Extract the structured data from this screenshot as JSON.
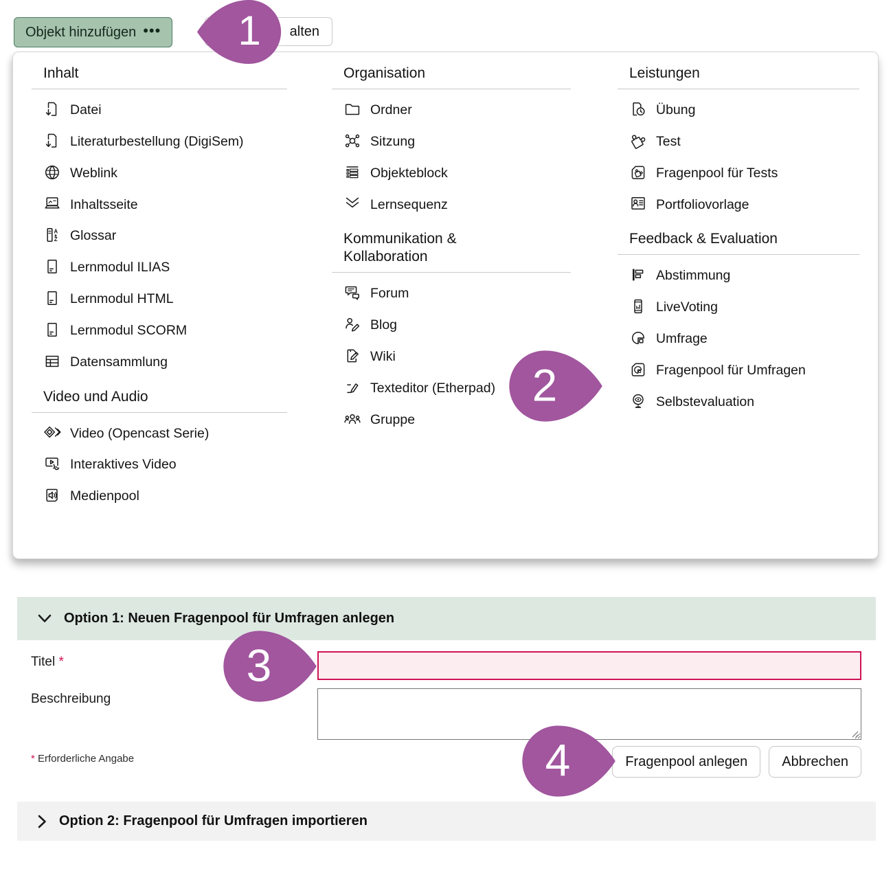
{
  "toolbar": {
    "add_object_button": {
      "label": "Objekt hinzufügen",
      "ellipsis": "•••"
    },
    "secondary_button": {
      "visible_label_fragment": "alten"
    }
  },
  "menu": {
    "columns": [
      {
        "sections": [
          {
            "title": "Inhalt",
            "items": [
              {
                "icon": "file-download-icon",
                "label": "Datei"
              },
              {
                "icon": "file-download-icon",
                "label": "Literaturbestellung (DigiSem)"
              },
              {
                "icon": "globe-icon",
                "label": "Weblink"
              },
              {
                "icon": "content-page-icon",
                "label": "Inhaltsseite"
              },
              {
                "icon": "glossary-icon",
                "label": "Glossar"
              },
              {
                "icon": "learning-module-icon",
                "label": "Lernmodul ILIAS"
              },
              {
                "icon": "learning-module-icon",
                "label": "Lernmodul HTML"
              },
              {
                "icon": "learning-module-icon",
                "label": "Lernmodul SCORM"
              },
              {
                "icon": "data-collection-icon",
                "label": "Datensammlung"
              }
            ]
          },
          {
            "title": "Video und Audio",
            "items": [
              {
                "icon": "opencast-video-icon",
                "label": "Video (Opencast Serie)"
              },
              {
                "icon": "interactive-video-icon",
                "label": "Interaktives Video"
              },
              {
                "icon": "media-pool-icon",
                "label": "Medienpool"
              }
            ]
          }
        ]
      },
      {
        "sections": [
          {
            "title": "Organisation",
            "items": [
              {
                "icon": "folder-icon",
                "label": "Ordner"
              },
              {
                "icon": "session-icon",
                "label": "Sitzung"
              },
              {
                "icon": "item-group-icon",
                "label": "Objekteblock"
              },
              {
                "icon": "learning-sequence-icon",
                "label": "Lernsequenz"
              }
            ]
          },
          {
            "title": "Kommunikation & Kollaboration",
            "items": [
              {
                "icon": "forum-icon",
                "label": "Forum"
              },
              {
                "icon": "blog-icon",
                "label": "Blog"
              },
              {
                "icon": "wiki-icon",
                "label": "Wiki"
              },
              {
                "icon": "etherpad-icon",
                "label": "Texteditor (Etherpad)"
              },
              {
                "icon": "group-icon",
                "label": "Gruppe"
              }
            ]
          }
        ]
      },
      {
        "sections": [
          {
            "title": "Leistungen",
            "items": [
              {
                "icon": "exercise-icon",
                "label": "Übung"
              },
              {
                "icon": "test-icon",
                "label": "Test"
              },
              {
                "icon": "question-pool-test-icon",
                "label": "Fragenpool für Tests"
              },
              {
                "icon": "portfolio-template-icon",
                "label": "Portfoliovorlage"
              }
            ]
          },
          {
            "title": "Feedback & Evaluation",
            "items": [
              {
                "icon": "poll-icon",
                "label": "Abstimmung"
              },
              {
                "icon": "live-voting-icon",
                "label": "LiveVoting"
              },
              {
                "icon": "survey-icon",
                "label": "Umfrage"
              },
              {
                "icon": "question-pool-survey-icon",
                "label": "Fragenpool für Umfragen"
              },
              {
                "icon": "self-evaluation-icon",
                "label": "Selbstevaluation"
              }
            ]
          }
        ]
      }
    ]
  },
  "form": {
    "option1_title": "Option 1: Neuen Fragenpool für Umfragen anlegen",
    "option2_title": "Option 2: Fragenpool für Umfragen importieren",
    "title_label": "Titel",
    "required_marker": "*",
    "title_value": "",
    "description_label": "Beschreibung",
    "description_value": "",
    "required_note_marker": "*",
    "required_note_text": "Erforderliche Angabe",
    "create_button": "Fragenpool anlegen",
    "cancel_button": "Abbrechen"
  },
  "callouts": [
    {
      "label": "1"
    },
    {
      "label": "2"
    },
    {
      "label": "3"
    },
    {
      "label": "4"
    }
  ],
  "colors": {
    "accent_green": "#a6c3ad",
    "callout_purple": "#a1569e",
    "error_border": "#ce1456",
    "error_bg": "#fcedf0",
    "option1_bg": "#dde8e1",
    "option2_bg": "#f3f2f3"
  }
}
